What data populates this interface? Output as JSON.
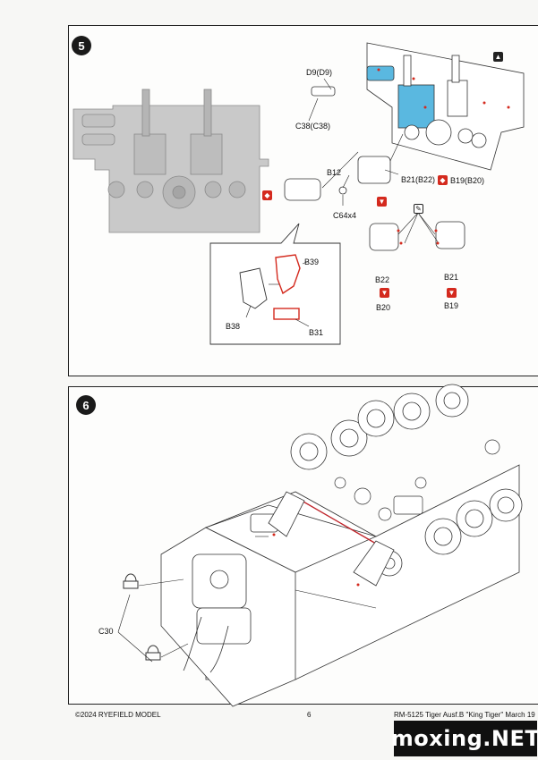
{
  "step5": {
    "number": "5",
    "labels": {
      "d9": "D9(D9)",
      "c38": "C38(C38)",
      "b12": "B12",
      "c64": "C64x4",
      "b21_b22": "B21(B22)",
      "b19_b20": "B19(B20)",
      "b39": "B39",
      "b38": "B38",
      "b31": "B31",
      "b22": "B22",
      "b21": "B21",
      "b20": "B20",
      "b19": "B19"
    }
  },
  "step6": {
    "number": "6",
    "labels": {
      "c30": "C30"
    }
  },
  "footer": {
    "copyright": "©2024 RYEFIELD MODEL",
    "page_number": "6",
    "product": "RM-5125 Tiger Ausf.B \"King Tiger\" March 19"
  },
  "watermark": "moxing.NET",
  "colors": {
    "highlight_blue": "#5ab8e0",
    "highlight_red": "#d42a1e"
  }
}
